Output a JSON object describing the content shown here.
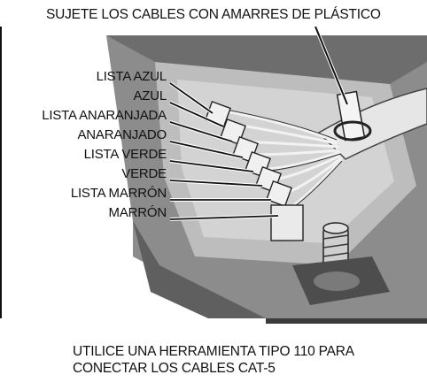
{
  "captions": {
    "top": "SUJETE LOS CABLES CON AMARRES DE PLÁSTICO",
    "bottom_line1": "UTILICE UNA HERRAMIENTA TIPO 110 PARA",
    "bottom_line2": "CONECTAR LOS CABLES CAT-5"
  },
  "wire_labels": [
    "LISTA AZUL",
    "AZUL",
    "LISTA ANARANJADA",
    "ANARANJADO",
    "LISTA VERDE",
    "VERDE",
    "LISTA MARRÓN",
    "MARRÓN"
  ]
}
